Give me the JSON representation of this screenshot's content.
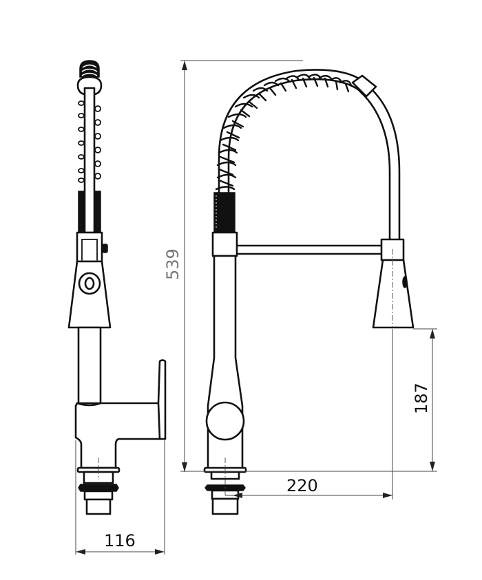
{
  "drawing": {
    "subject": "Pull-down spring kitchen faucet",
    "views": [
      {
        "name": "side-view"
      },
      {
        "name": "front-view"
      }
    ],
    "line_color": "#111111",
    "dimension_color": "#444444"
  },
  "dimensions": {
    "overall_height": {
      "value": "539",
      "orientation": "vertical"
    },
    "spout_clearance": {
      "value": "187",
      "orientation": "vertical"
    },
    "spout_reach": {
      "value": "220",
      "orientation": "horizontal"
    },
    "base_depth": {
      "value": "116",
      "orientation": "horizontal"
    }
  }
}
